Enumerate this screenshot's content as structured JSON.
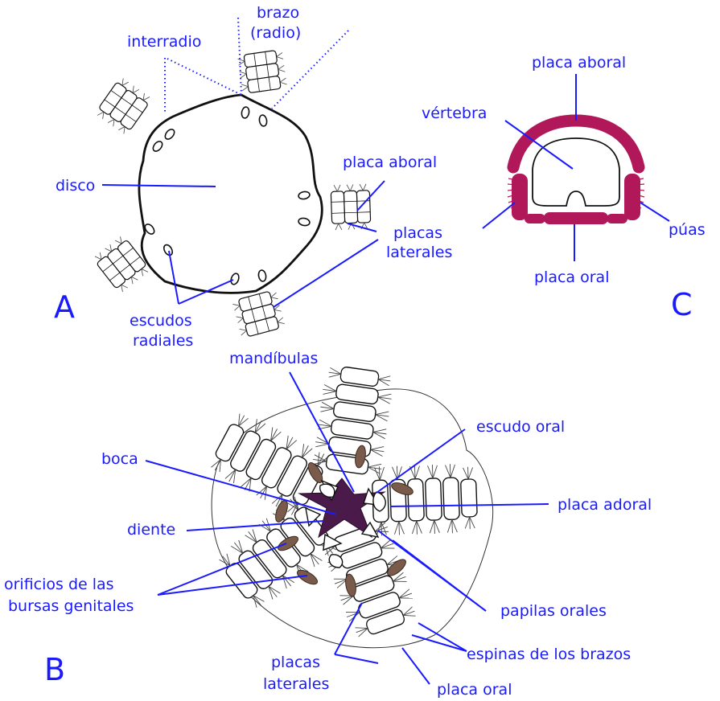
{
  "colors": {
    "label": "#1a1aff",
    "outline": "#111111",
    "plate_magenta": "#b0185a",
    "mouth_purple": "#4a1a4a",
    "bursa_brown": "#7a5a4a"
  },
  "panel_a": {
    "letter": "A",
    "labels": {
      "interradio": "interradio",
      "brazo_line1": "brazo",
      "brazo_line2": "(radio)",
      "disco": "disco",
      "placa_aboral": "placa aboral",
      "placas_laterales_line1": "placas",
      "placas_laterales_line2": "laterales",
      "escudos_line1": "escudos",
      "escudos_line2": "radiales"
    }
  },
  "panel_b": {
    "letter": "B",
    "labels": {
      "mandibulas": "mandíbulas",
      "escudo_oral": "escudo oral",
      "boca": "boca",
      "placa_adoral": "placa adoral",
      "diente": "diente",
      "orificios_line1": "orificios de las",
      "orificios_line2": "bursas genitales",
      "papilas_orales": "papilas orales",
      "espinas": "espinas de los brazos",
      "placas_line1": "placas",
      "placas_line2": "laterales",
      "placa_oral": "placa oral"
    }
  },
  "panel_c": {
    "letter": "C",
    "labels": {
      "placa_aboral": "placa aboral",
      "vertebra": "vértebra",
      "puas": "púas",
      "placa_oral": "placa oral"
    }
  }
}
